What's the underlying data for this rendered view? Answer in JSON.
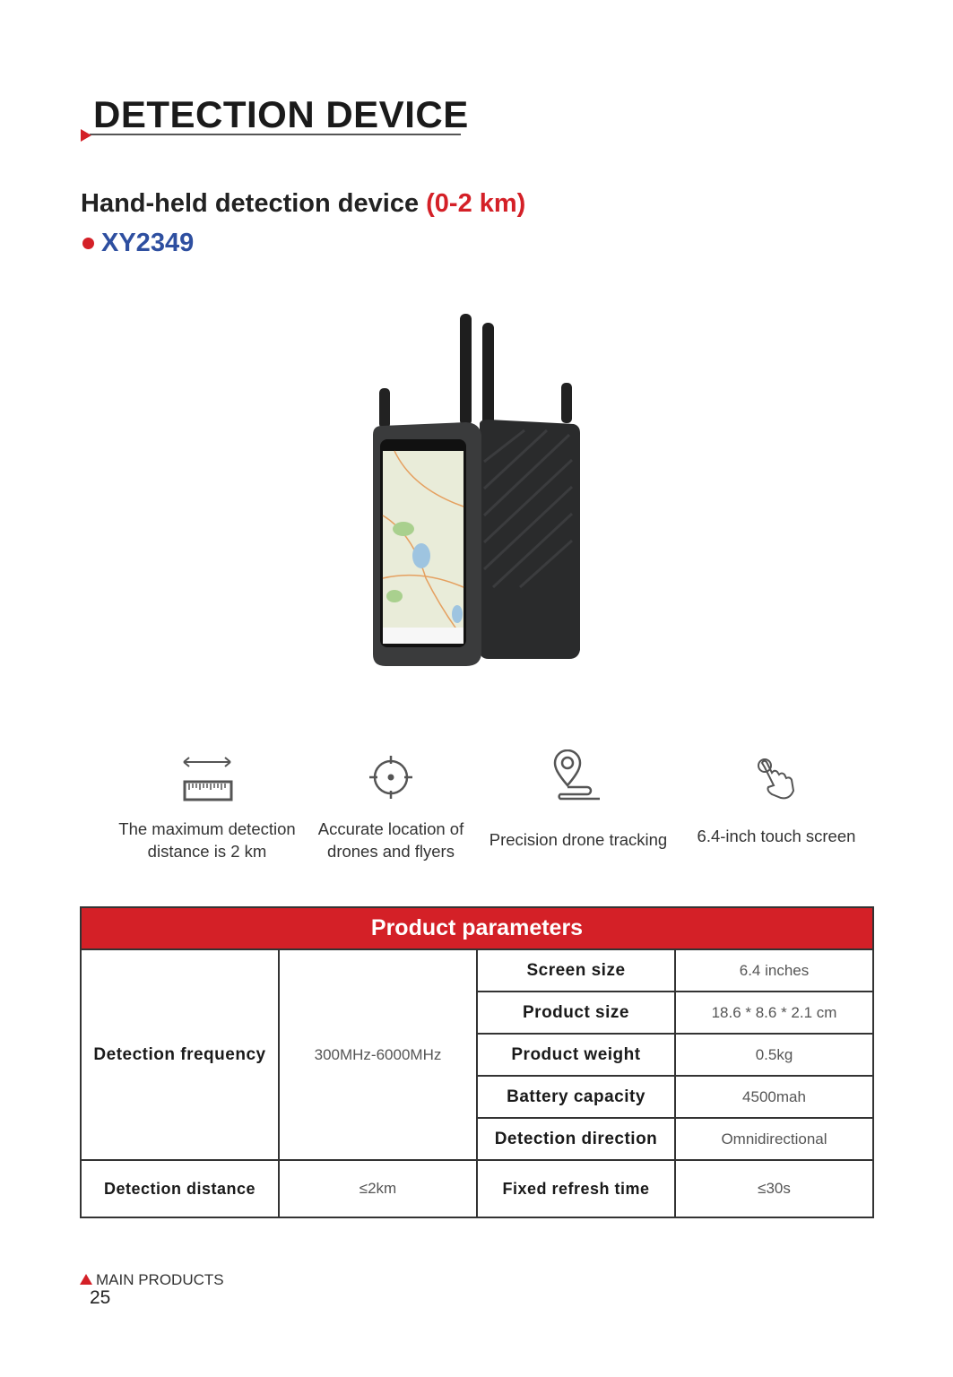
{
  "header": {
    "title": "DETECTION DEVICE"
  },
  "product": {
    "subtitle": "Hand-held detection device ",
    "range": "(0-2 km)",
    "model": "XY2349"
  },
  "features": [
    {
      "icon": "ruler-distance-icon",
      "text": "The maximum detection distance is 2 km"
    },
    {
      "icon": "crosshair-icon",
      "text": "Accurate location of drones and flyers"
    },
    {
      "icon": "location-pin-track-icon",
      "text": "Precision drone tracking"
    },
    {
      "icon": "touch-hand-icon",
      "text": "6.4-inch touch screen"
    }
  ],
  "table": {
    "title": "Product parameters",
    "freq_label": "Detection frequency",
    "freq_value": "300MHz-6000MHz",
    "rows": [
      {
        "label": "Screen size",
        "value": "6.4 inches"
      },
      {
        "label": "Product size",
        "value": "18.6 * 8.6 * 2.1 cm"
      },
      {
        "label": "Product weight",
        "value": "0.5kg"
      },
      {
        "label": "Battery capacity",
        "value": "4500mah"
      },
      {
        "label": "Detection direction",
        "value": "Omnidirectional"
      }
    ],
    "last": {
      "label1": "Detection distance",
      "value1": "≤2km",
      "label2": "Fixed refresh time",
      "value2": "≤30s"
    }
  },
  "footer": {
    "section": "MAIN PRODUCTS",
    "page": "25"
  },
  "colors": {
    "accent": "#d42027",
    "model": "#2e4fa0"
  }
}
